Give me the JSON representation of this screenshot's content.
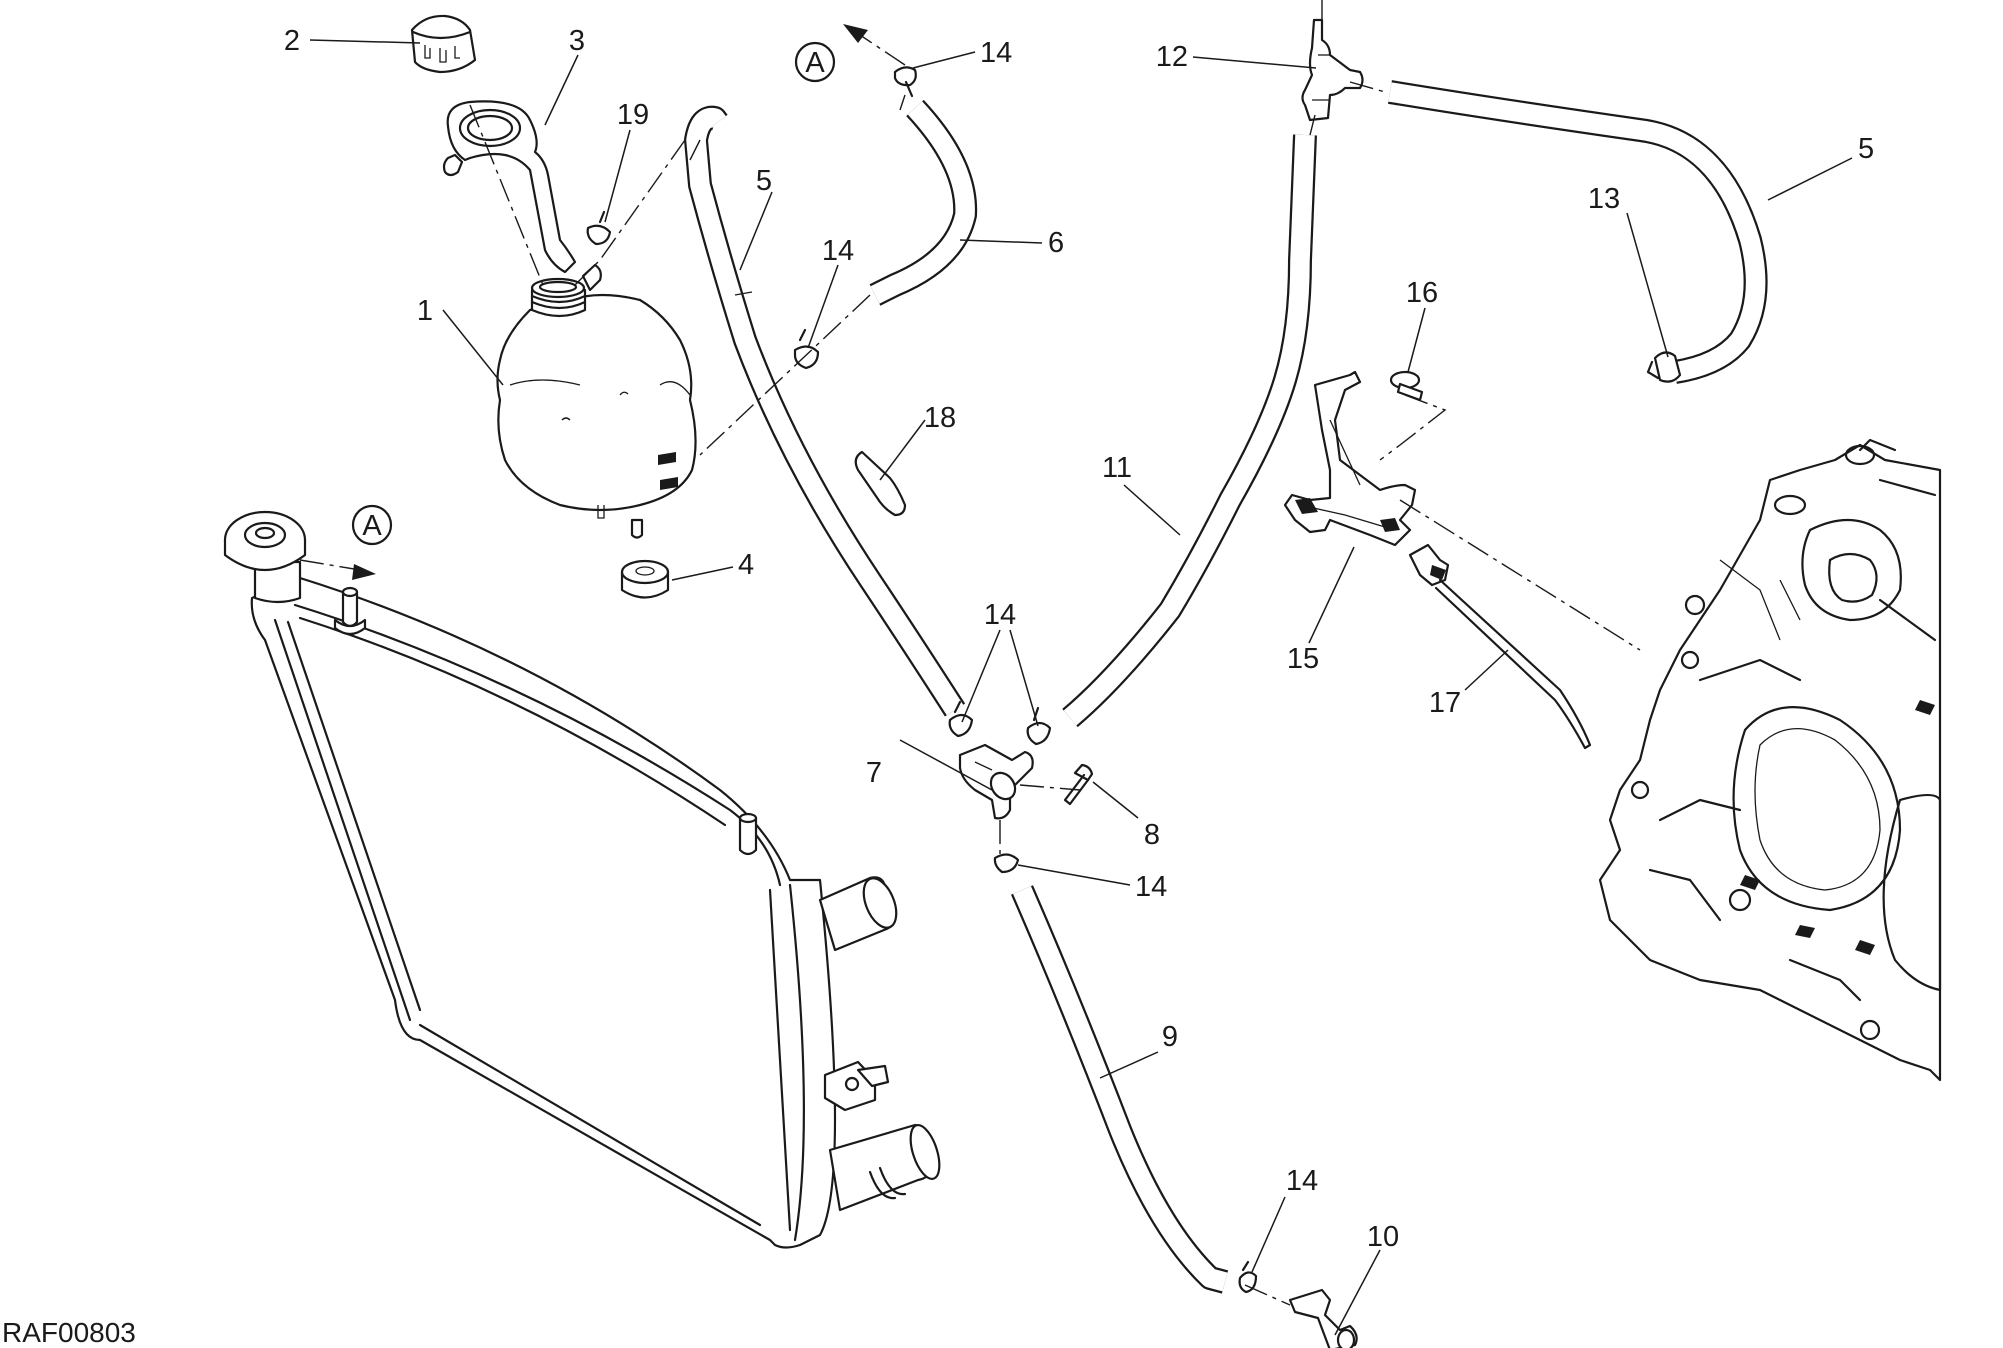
{
  "drawing_code": "RAF00803",
  "reference_mark": "A",
  "callouts": [
    {
      "id": "c1",
      "label": "1"
    },
    {
      "id": "c2",
      "label": "2"
    },
    {
      "id": "c3",
      "label": "3"
    },
    {
      "id": "c4",
      "label": "4"
    },
    {
      "id": "c5a",
      "label": "5"
    },
    {
      "id": "c5b",
      "label": "5"
    },
    {
      "id": "c6",
      "label": "6"
    },
    {
      "id": "c7",
      "label": "7"
    },
    {
      "id": "c8",
      "label": "8"
    },
    {
      "id": "c9",
      "label": "9"
    },
    {
      "id": "c10",
      "label": "10"
    },
    {
      "id": "c11",
      "label": "11"
    },
    {
      "id": "c12",
      "label": "12"
    },
    {
      "id": "c13",
      "label": "13"
    },
    {
      "id": "c14a",
      "label": "14"
    },
    {
      "id": "c14b",
      "label": "14"
    },
    {
      "id": "c14c",
      "label": "14"
    },
    {
      "id": "c14d",
      "label": "14"
    },
    {
      "id": "c14e",
      "label": "14"
    },
    {
      "id": "c15",
      "label": "15"
    },
    {
      "id": "c16",
      "label": "16"
    },
    {
      "id": "c17",
      "label": "17"
    },
    {
      "id": "c18",
      "label": "18"
    },
    {
      "id": "c19",
      "label": "19"
    }
  ]
}
